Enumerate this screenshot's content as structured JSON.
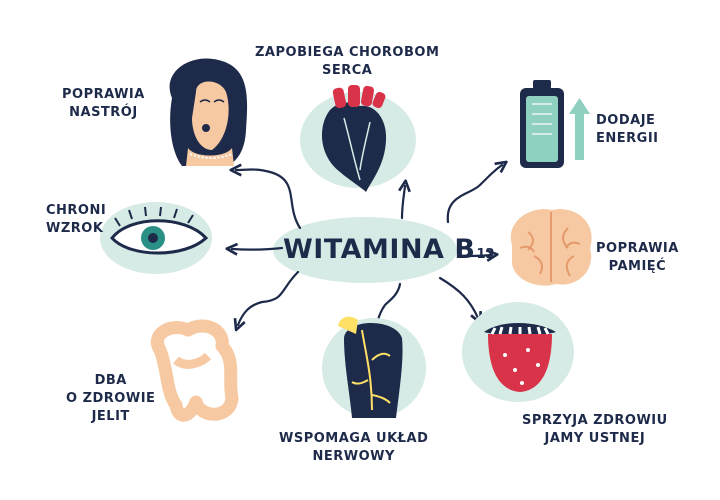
{
  "center": {
    "main": "WITAMINA B",
    "sub": "12"
  },
  "benefits": {
    "heart": {
      "line1": "ZAPOBIEGA CHOROBOM",
      "line2": "SERCA"
    },
    "mood": {
      "line1": "POPRAWIA",
      "line2": "NASTRÓJ"
    },
    "energy": {
      "line1": "DODAJE",
      "line2": "ENERGII"
    },
    "vision": {
      "line1": "CHRONI",
      "line2": "WZROK"
    },
    "memory": {
      "line1": "POPRAWIA",
      "line2": "PAMIĘĆ"
    },
    "gut": {
      "line1": "DBA",
      "line2": "O ZDROWIE",
      "line3": "JELIT"
    },
    "nerves": {
      "line1": "WSPOMAGA UKŁAD",
      "line2": "NERWOWY"
    },
    "mouth": {
      "line1": "SPRZYJA ZDROWIU",
      "line2": "JAMY USTNEJ"
    }
  },
  "colors": {
    "navy": "#1e2a4a",
    "mint": "#d7ebe6",
    "teal": "#8fd0c1",
    "coral": "#d9334a",
    "peach": "#f6c9a2",
    "yellow": "#ffe066"
  }
}
